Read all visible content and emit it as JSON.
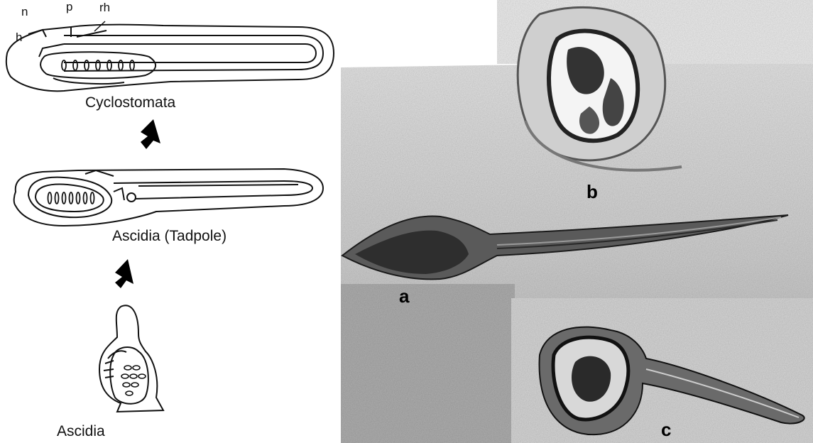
{
  "diagram": {
    "stages": [
      {
        "name": "Cyclostomata"
      },
      {
        "name": "Ascidia (Tadpole)"
      },
      {
        "name": "Ascidia"
      }
    ],
    "part_labels": {
      "n": "n",
      "p": "p",
      "rh": "rh",
      "h": "h"
    }
  },
  "photos": {
    "labels": {
      "a": "a",
      "b": "b",
      "c": "c"
    }
  },
  "colors": {
    "line": "#111111",
    "arrow": "#000000",
    "photo_bg": "#c9c9c9"
  }
}
